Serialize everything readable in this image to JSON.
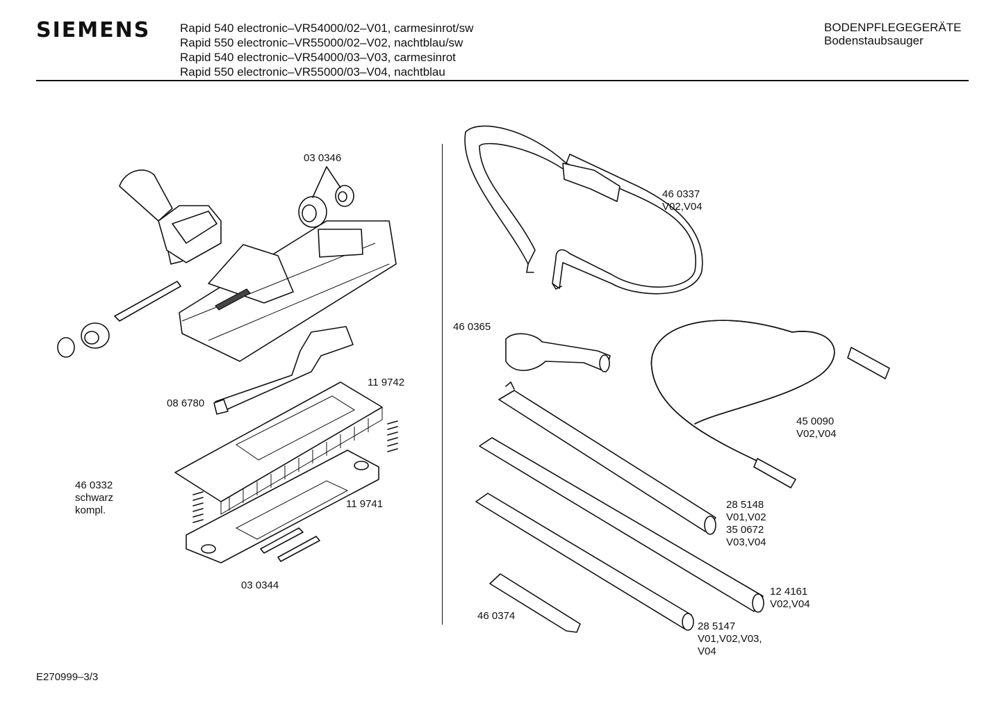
{
  "header": {
    "brand": "SIEMENS",
    "models": [
      "Rapid 540 electronic–VR54000/02–V01, carmesinrot/sw",
      "Rapid 550 electronic–VR55000/02–V02, nachtblau/sw",
      "Rapid 540 electronic–VR54000/03–V03, carmesinrot",
      "Rapid 550 electronic–VR55000/03–V04, nachtblau"
    ],
    "category": "BODENPFLEGEGERÄTE",
    "subcategory": "Bodenstaubsauger"
  },
  "parts": {
    "p030346": "03 0346",
    "p119742": "11 9742",
    "p086780": "08 6780",
    "p460332": "46 0332",
    "p460332_note1": "schwarz",
    "p460332_note2": "kompl.",
    "p119741": "11 9741",
    "p030344": "03 0344",
    "p460337": "46 0337",
    "p460337_var": "V02,V04",
    "p460365": "46 0365",
    "p450090": "45 0090",
    "p450090_var": "V02,V04",
    "p285148": "28 5148",
    "p285148_var": "V01,V02",
    "p350672": "35 0672",
    "p350672_var": "V03,V04",
    "p124161": "12 4161",
    "p124161_var": "V02,V04",
    "p460374": "46 0374",
    "p285147": "28 5147",
    "p285147_var1": "V01,V02,V03,",
    "p285147_var2": "V04"
  },
  "footer": {
    "doc_id": "E270999–3/3"
  }
}
